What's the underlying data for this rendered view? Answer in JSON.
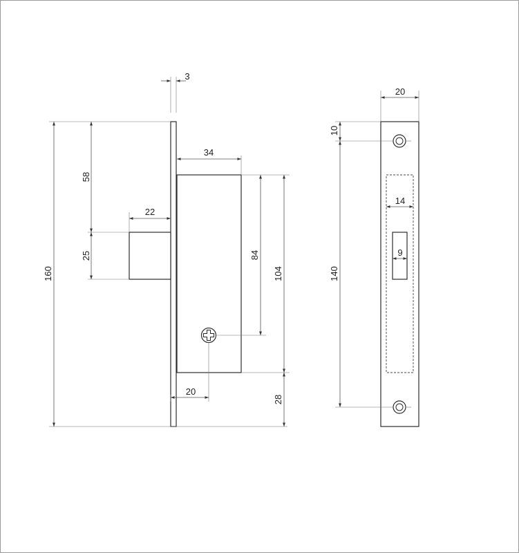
{
  "colors": {
    "line": "#2b2b2b",
    "frame": "#9a9a9a",
    "background": "#ffffff"
  },
  "dimensions": {
    "faceplate_thickness": "3",
    "body_depth": "34",
    "bolt_projection": "22",
    "top_to_bolt": "58",
    "bolt_height": "25",
    "overall_height": "160",
    "spindle_to_cylinder": "84",
    "body_height": "104",
    "backset": "20",
    "bottom_offset": "28",
    "faceplate_width": "20",
    "screw_offset": "10",
    "screw_spacing": "140",
    "bolt_opening_width": "14",
    "bolt_slot_width": "9"
  }
}
